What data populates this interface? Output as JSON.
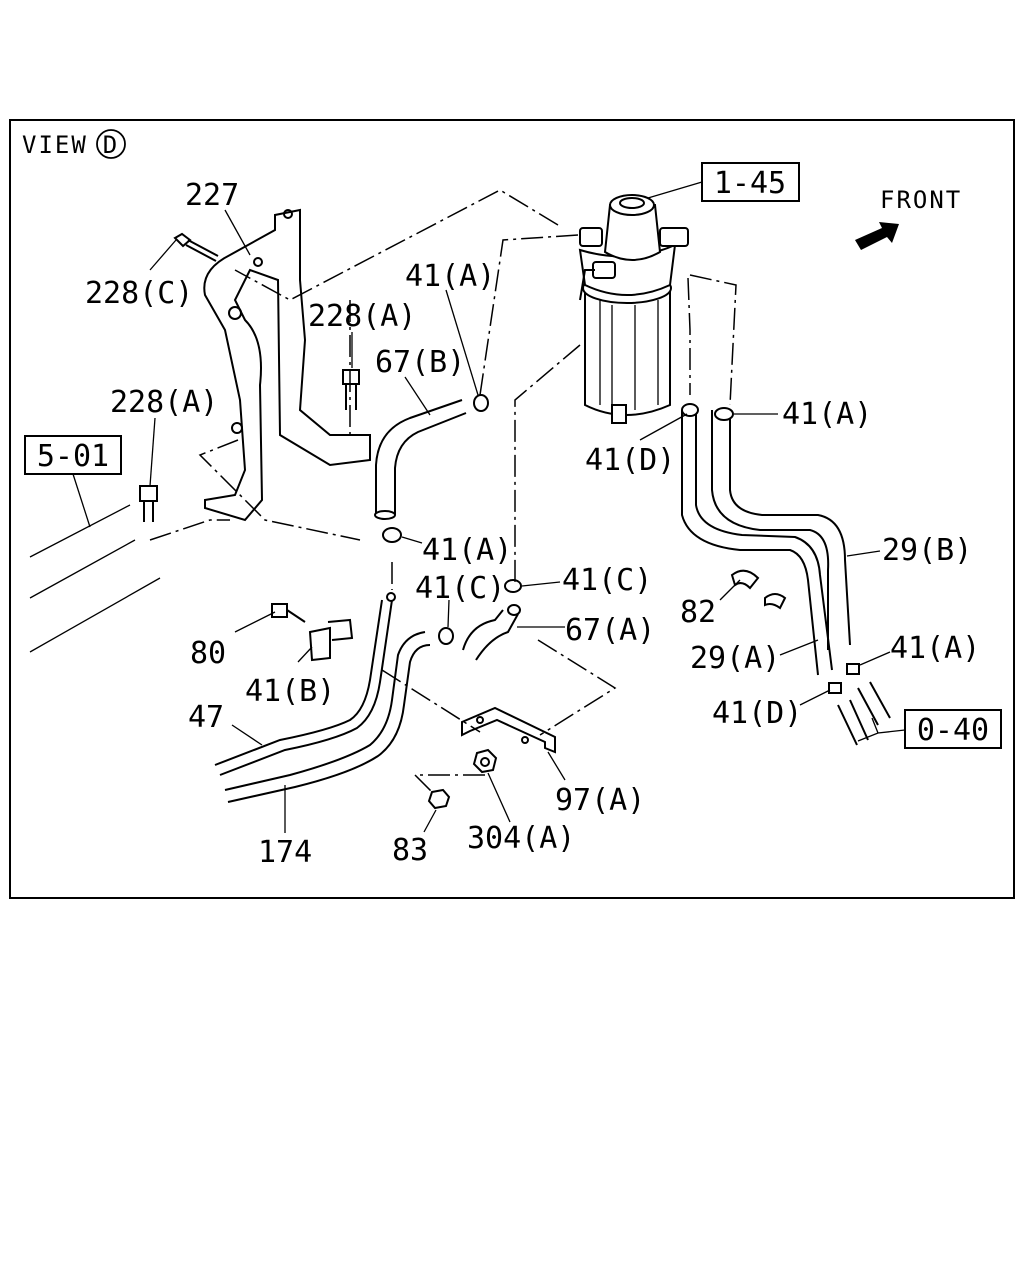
{
  "view": {
    "text": "VIEW",
    "letter": "D"
  },
  "front": {
    "text": "FRONT"
  },
  "refs": {
    "r1_45": "1-45",
    "r5_01": "5-01",
    "r0_40": "0-40"
  },
  "labels": {
    "l227": "227",
    "l228c": "228(C)",
    "l228a_top": "228(A)",
    "l228a_left": "228(A)",
    "l41a_top": "41(A)",
    "l67b": "67(B)",
    "l41a_right": "41(A)",
    "l41d_mid": "41(D)",
    "l41a_mid": "41(A)",
    "l29b": "29(B)",
    "l41c_left": "41(C)",
    "l41c_right": "41(C)",
    "l67a": "67(A)",
    "l82": "82",
    "l80": "80",
    "l41b": "41(B)",
    "l29a": "29(A)",
    "l41a_low": "41(A)",
    "l47": "47",
    "l41d_low": "41(D)",
    "l97a": "97(A)",
    "l174": "174",
    "l83": "83",
    "l304a": "304(A)"
  }
}
